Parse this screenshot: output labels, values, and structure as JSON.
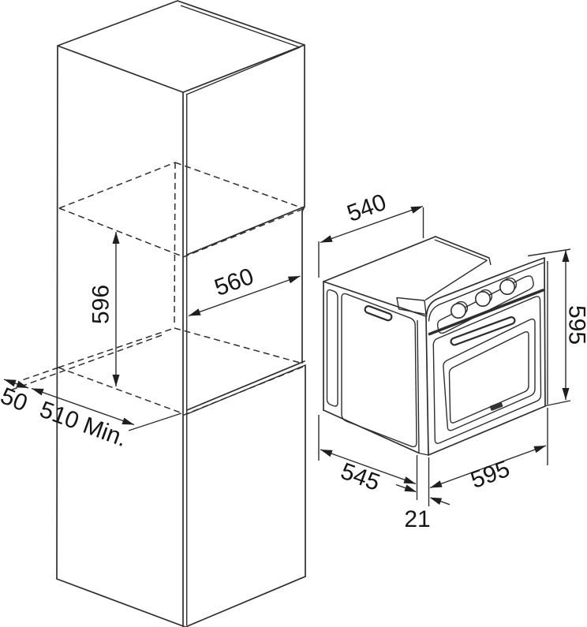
{
  "colors": {
    "line": "#2e2e2e",
    "background": "#ffffff",
    "text": "#151515"
  },
  "cabinet": {
    "niche_height": "596",
    "niche_width": "560",
    "niche_depth_min": "510 Min.",
    "rear_clearance": "50"
  },
  "oven": {
    "top_depth": "540",
    "front_height": "595",
    "base_depth": "545",
    "front_width": "595",
    "door_protrusion": "21"
  }
}
